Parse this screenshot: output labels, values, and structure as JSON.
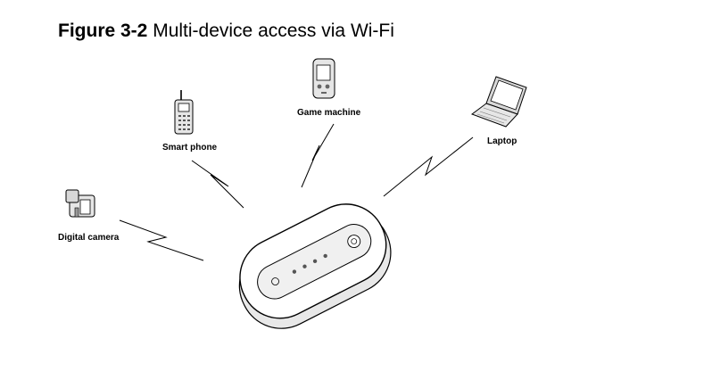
{
  "title": {
    "figure_number": "Figure 3-2",
    "caption": "Multi-device access via Wi-Fi"
  },
  "devices": {
    "smart_phone": "Smart phone",
    "game_machine": "Game machine",
    "laptop": "Laptop",
    "digital_camera": "Digital camera"
  },
  "hub_device": "mobile-wifi-router-icon",
  "colors": {
    "ink": "#000000",
    "background": "#ffffff",
    "device_gray": "#d8d8d8"
  }
}
